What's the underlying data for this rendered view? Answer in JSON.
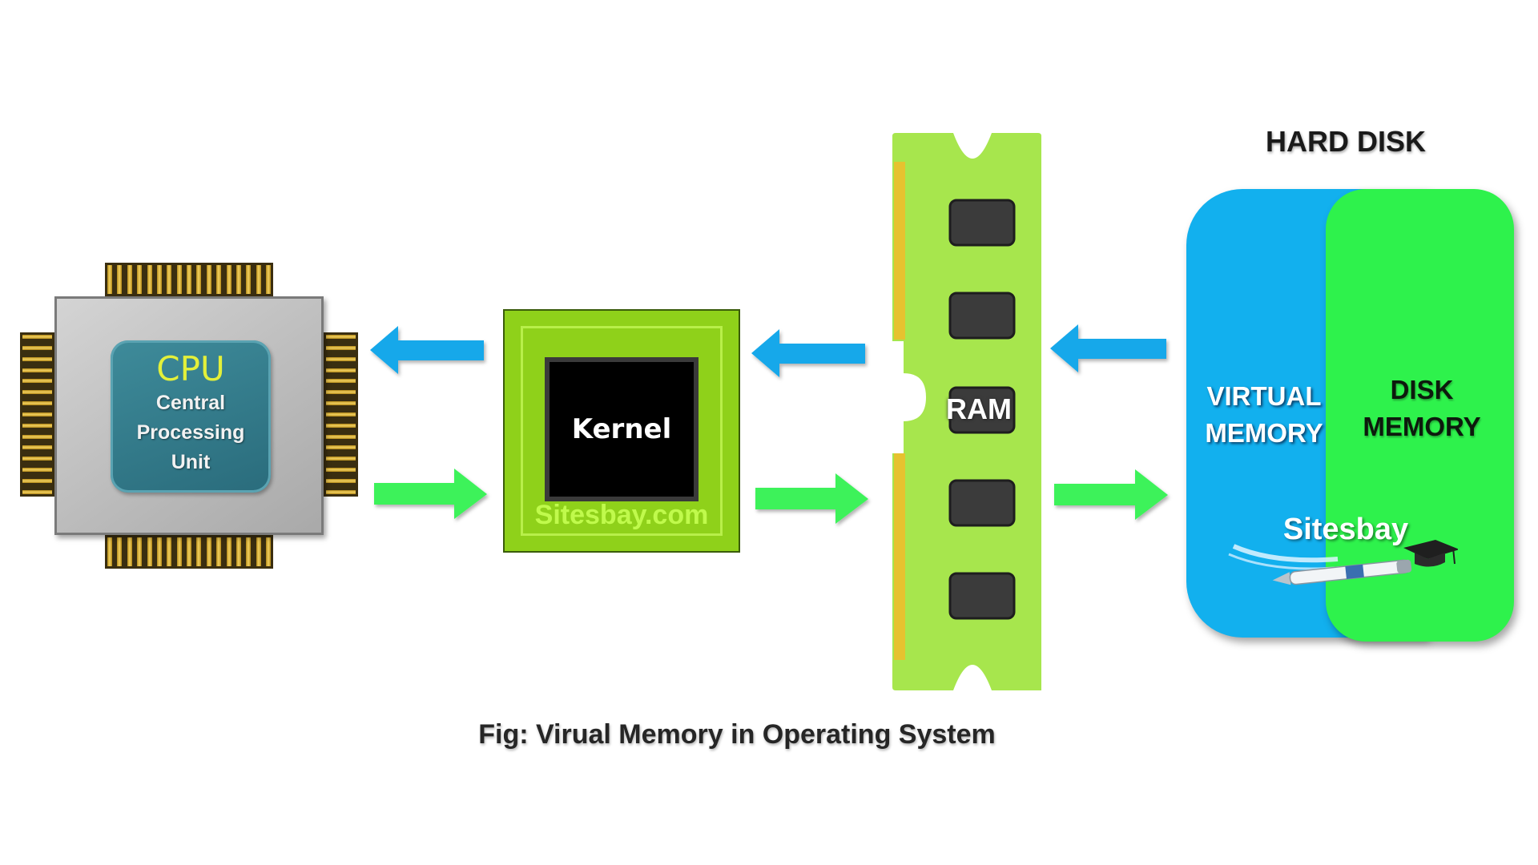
{
  "figure": {
    "caption": "Fig: Virual Memory in Operating System"
  },
  "cpu": {
    "title": "CPU",
    "line1": "Central",
    "line2": "Processing",
    "line3": "Unit"
  },
  "kernel": {
    "label": "Kernel",
    "watermark": "Sitesbay.com"
  },
  "ram": {
    "label": "RAM"
  },
  "hard_disk": {
    "title": "HARD DISK",
    "virtual_memory": {
      "line1": "VIRTUAL",
      "line2": "MEMORY"
    },
    "disk_memory": {
      "line1": "DISK",
      "line2": "MEMORY"
    },
    "logo_text": "Sitesbay"
  },
  "colors": {
    "arrow_left": "#16a8ea",
    "arrow_right": "#3df25a",
    "ram_board": "#a7e64d",
    "kernel_board": "#8fd11a",
    "virtual_memory": "#12b0ee",
    "disk_memory": "#2ef24c"
  }
}
